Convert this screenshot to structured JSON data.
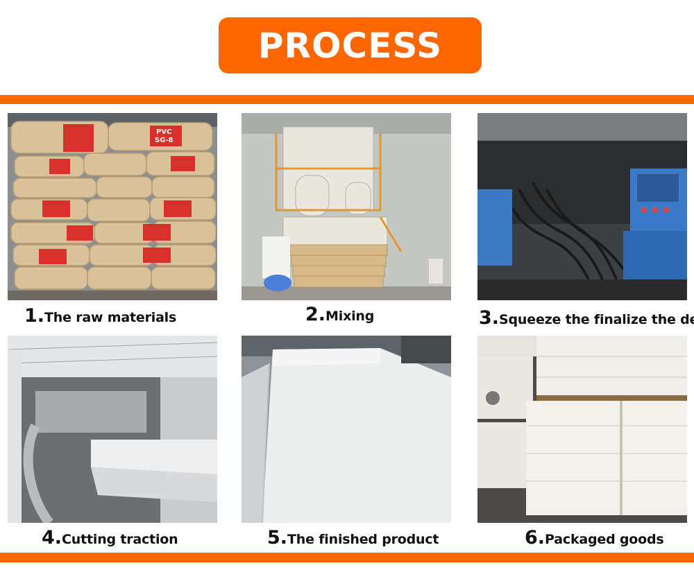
{
  "header": {
    "title": "PROCESS"
  },
  "steps": [
    {
      "num": "1.",
      "label": "The raw materials"
    },
    {
      "num": "2.",
      "label": "Mixing"
    },
    {
      "num": "3.",
      "label": "Squeeze the finalize the design"
    },
    {
      "num": "4.",
      "label": "Cutting traction"
    },
    {
      "num": "5.",
      "label": "The finished product"
    },
    {
      "num": "6.",
      "label": "Packaged goods"
    }
  ],
  "bag_print": {
    "line1": "PVC",
    "line2": "SG-8"
  },
  "colors": {
    "accent": "#fe6600",
    "text": "#111111",
    "background": "#ffffff"
  }
}
